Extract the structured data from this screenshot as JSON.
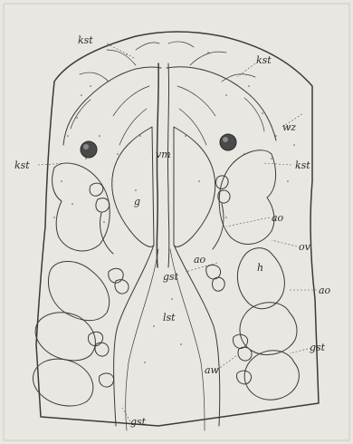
{
  "labels": {
    "kst_top": "kst",
    "kst_top_right": "kst",
    "wz": "wz",
    "kst_left": "kst",
    "kst_right": "kst",
    "vm": "vm",
    "g": "g",
    "ao_upper_right": "ao",
    "ao_center": "ao",
    "gst_center": "gst",
    "ov": "ov",
    "h": "h",
    "ao_lower_right": "ao",
    "lst": "lst",
    "gst_right": "gst",
    "aw": "aw",
    "gst_bottom": "gst"
  }
}
